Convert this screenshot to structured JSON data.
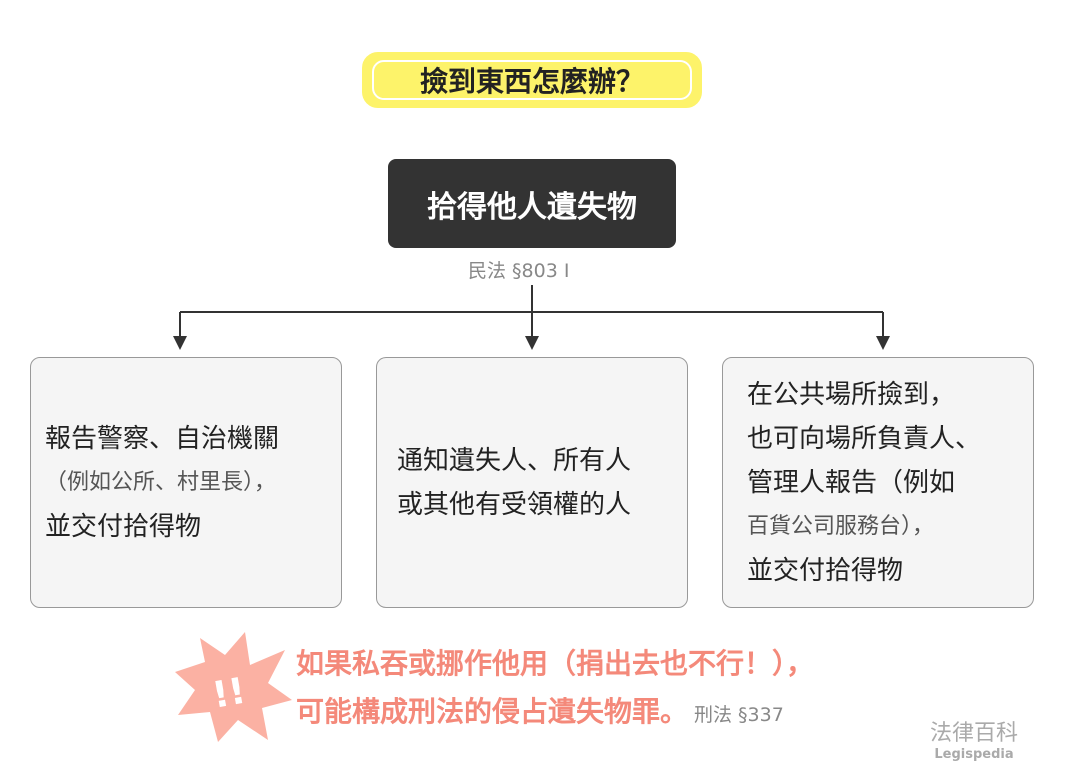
{
  "title": "撿到東西怎麼辦？",
  "root": {
    "label": "拾得他人遺失物",
    "citation": "民法 §803 I"
  },
  "boxes": [
    {
      "lines": [
        "報告警察、自治機關",
        "（例如公所、村里長），",
        "並交付拾得物"
      ]
    },
    {
      "lines": [
        "通知遺失人、所有人",
        "或其他有受領權的人"
      ]
    },
    {
      "lines": [
        "在公共場所撿到，",
        "也可向場所負責人、",
        "管理人報告（例如",
        "百貨公司服務台），",
        "並交付拾得物"
      ]
    }
  ],
  "warning": {
    "icon": "exclamation-burst-icon",
    "icon_text": "!!",
    "line1": "如果私吞或挪作他用（捐出去也不行！），",
    "line2": "可能構成刑法的侵占遺失物罪。",
    "citation": "刑法 §337"
  },
  "brand": {
    "name": "法律百科",
    "sub": "Legispedia"
  },
  "colors": {
    "title_bg": "#fdf36a",
    "root_bg": "#333333",
    "warning": "#f4897a",
    "burst": "#fbb1a3"
  }
}
